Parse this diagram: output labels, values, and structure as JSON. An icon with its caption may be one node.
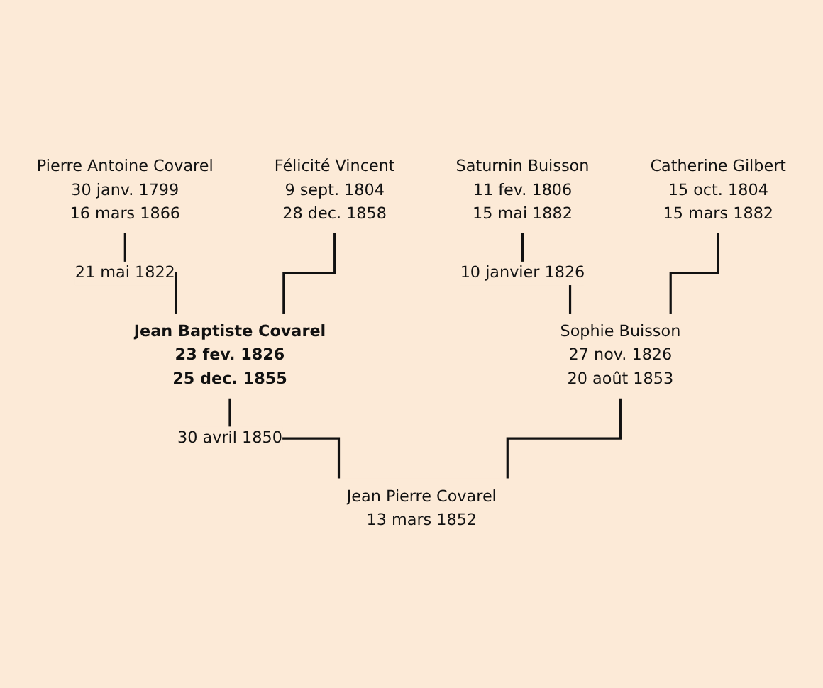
{
  "diagram": {
    "nodes": [
      {
        "text": [
          "Pierre Antoine Covarel",
          "30 janv. 1799",
          "16 mars 1866"
        ]
      },
      {
        "text": [
          "Félicité Vincent",
          "9 sept. 1804",
          "28 dec. 1858"
        ]
      },
      {
        "text": [
          "Saturnin Buisson",
          "11 fev. 1806",
          "15 mai 1882"
        ]
      },
      {
        "text": [
          "Catherine Gilbert",
          "15 oct. 1804",
          "15 mars 1882"
        ]
      },
      {
        "text": [
          "Jean Baptiste Covarel",
          "23 fev. 1826",
          "25 dec. 1855"
        ]
      },
      {
        "text": [
          "Sophie Buisson",
          "27 nov. 1826",
          "20 août 1853"
        ]
      },
      {
        "text": [
          "Jean Pierre Covarel",
          "13 mars 1852"
        ]
      }
    ],
    "edges": [
      {
        "from": 0,
        "to": 4,
        "arrow": "none",
        "label": "21 mai 1822"
      },
      {
        "from": 1,
        "to": 4,
        "arrow": "none"
      },
      {
        "from": 2,
        "to": 5,
        "arrow": "none",
        "label": "10 janvier 1826"
      },
      {
        "from": 3,
        "to": 5,
        "arrow": "none"
      },
      {
        "from": 4,
        "to": 6,
        "arrow": "none",
        "label": "30 avril 1850"
      },
      {
        "from": 5,
        "to": 6,
        "arrow": "none"
      }
    ]
  }
}
